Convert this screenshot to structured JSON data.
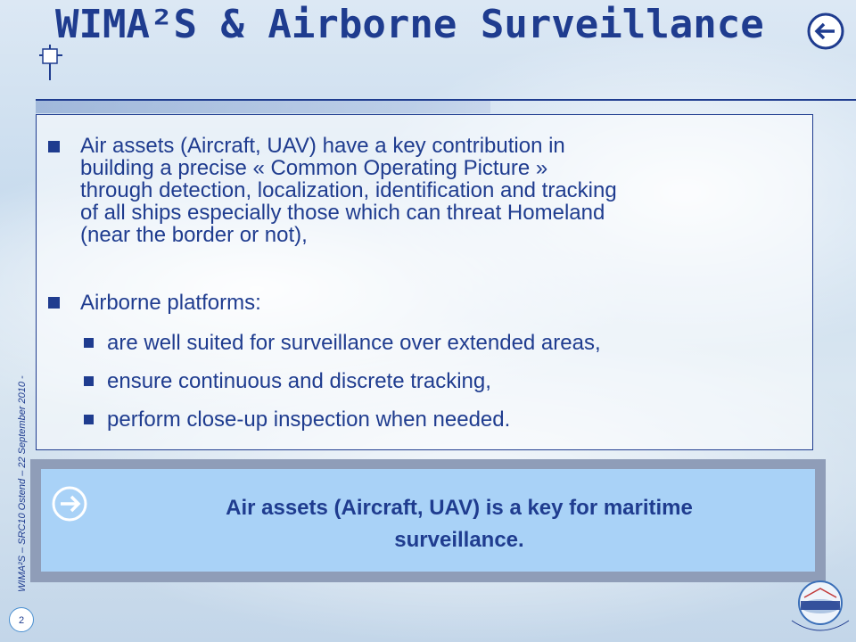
{
  "title": "WIMA²S & Airborne Surveillance",
  "bullets": [
    {
      "lines": [
        "Air assets (Aircraft, UAV) have a key contribution in",
        "building a precise « Common Operating Picture »",
        "through detection, localization, identification and tracking",
        "of all ships especially those which can threat Homeland",
        "(near the border or not),"
      ]
    },
    {
      "text": "Airborne platforms:",
      "sub": [
        "are well suited for surveillance over extended areas,",
        "ensure continuous and discrete tracking,",
        "perform close-up inspection when needed."
      ]
    }
  ],
  "conclusion": {
    "line1": "Air assets (Aircraft, UAV) is a key for maritime",
    "line2": "surveillance."
  },
  "footer": "WIMA²S – SRC10 Ostend – 22 September 2010 -",
  "page_number": "2",
  "icons": {
    "back": "circle-arrow-left-icon",
    "conclusion": "circle-arrow-right-icon",
    "logo": "wimas-logo"
  },
  "colors": {
    "primary": "#1f3c8f",
    "conclusion_bg": "#a9d2f7",
    "conclusion_border": "#8f9db8"
  }
}
